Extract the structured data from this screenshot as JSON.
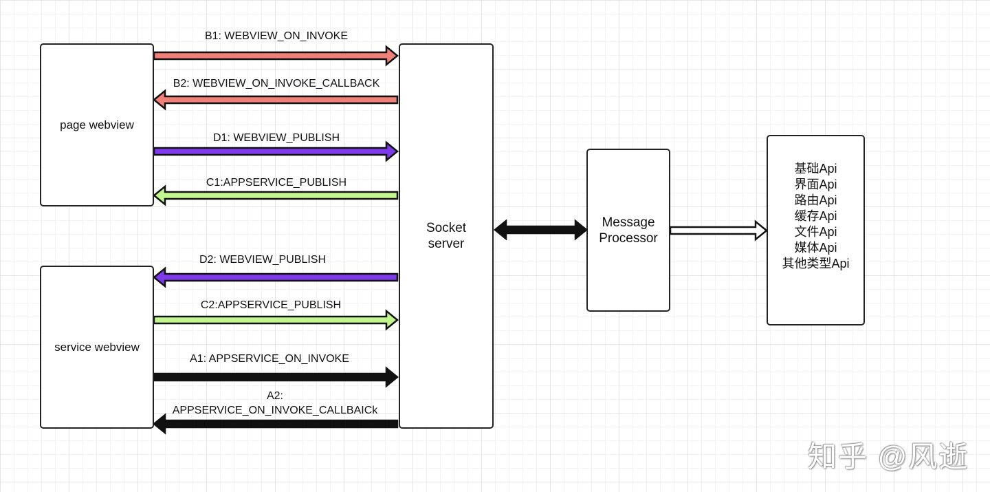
{
  "nodes": {
    "page_webview": "page webview",
    "service_webview": "service webview",
    "socket_server": [
      "Socket",
      "server"
    ],
    "message_processor": [
      "Message",
      "Processor"
    ],
    "api_list": [
      "基础Api",
      "界面Api",
      "路由Api",
      "缓存Api",
      "文件Api",
      "媒体Api",
      "其他类型Api"
    ]
  },
  "edges": [
    {
      "label": "B1: WEBVIEW_ON_INVOKE",
      "direction": "right",
      "color": "#f08078"
    },
    {
      "label": "B2: WEBVIEW_ON_INVOKE_CALLBACK",
      "direction": "left",
      "color": "#f08078"
    },
    {
      "label": "D1: WEBVIEW_PUBLISH",
      "direction": "right",
      "color": "#7c3ae8"
    },
    {
      "label": "C1:APPSERVICE_PUBLISH",
      "direction": "left",
      "color": "#c2f78e"
    },
    {
      "label": "D2: WEBVIEW_PUBLISH",
      "direction": "left",
      "color": "#7c3ae8"
    },
    {
      "label": "C2:APPSERVICE_PUBLISH",
      "direction": "right",
      "color": "#c2f78e"
    },
    {
      "label": "A1: APPSERVICE_ON_INVOKE",
      "direction": "right",
      "color": "#111111"
    },
    {
      "label_lines": [
        "A2:",
        "APPSERVICE_ON_INVOKE_CALLBAICk"
      ],
      "direction": "left",
      "color": "#111111"
    }
  ],
  "connectors": [
    {
      "from": "Socket server",
      "to": "Message Processor",
      "type": "bidirectional",
      "color": "#111111"
    },
    {
      "from": "Message Processor",
      "to": "Api list",
      "type": "forward",
      "color": "#ffffff"
    }
  ],
  "watermark": "知乎 @风逝"
}
